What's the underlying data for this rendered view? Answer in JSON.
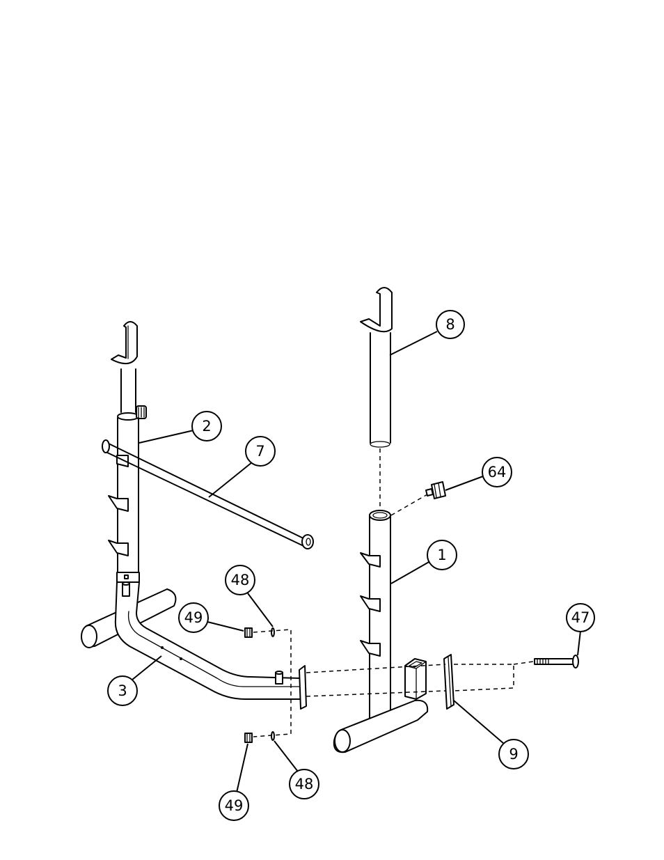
{
  "callouts": {
    "c1": "1",
    "c2": "2",
    "c3": "3",
    "c7": "7",
    "c8": "8",
    "c9": "9",
    "c47": "47",
    "c48a": "48",
    "c48b": "48",
    "c49a": "49",
    "c49b": "49",
    "c64": "64"
  }
}
